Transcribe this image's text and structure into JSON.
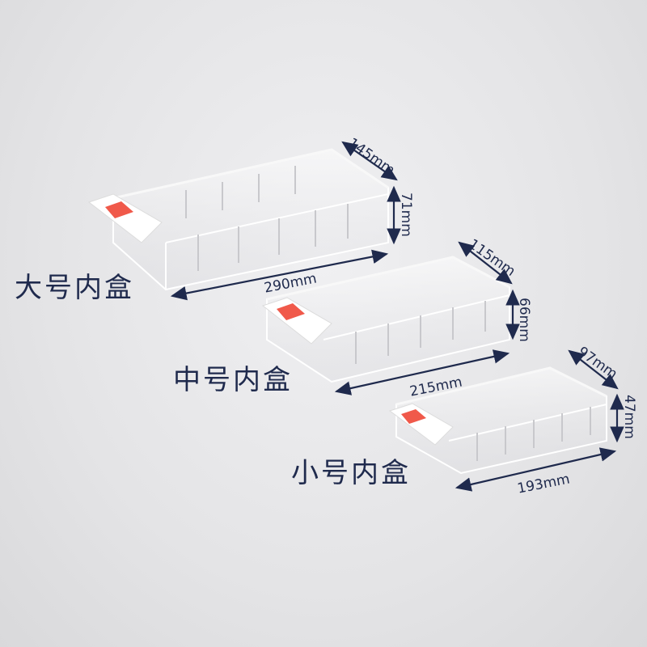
{
  "colors": {
    "background": "#e6e6e8",
    "label_text": "#1f2a4d",
    "dimension_arrow": "#1f2a4d",
    "tag_red": "#f0594a",
    "acrylic_edge": "#ffffff"
  },
  "boxes": [
    {
      "name": "大号内盒",
      "length": "290mm",
      "width": "145mm",
      "height": "71mm"
    },
    {
      "name": "中号内盒",
      "length": "215mm",
      "width": "115mm",
      "height": "66mm"
    },
    {
      "name": "小号内盒",
      "length": "193mm",
      "width": "97mm",
      "height": "47mm"
    }
  ]
}
